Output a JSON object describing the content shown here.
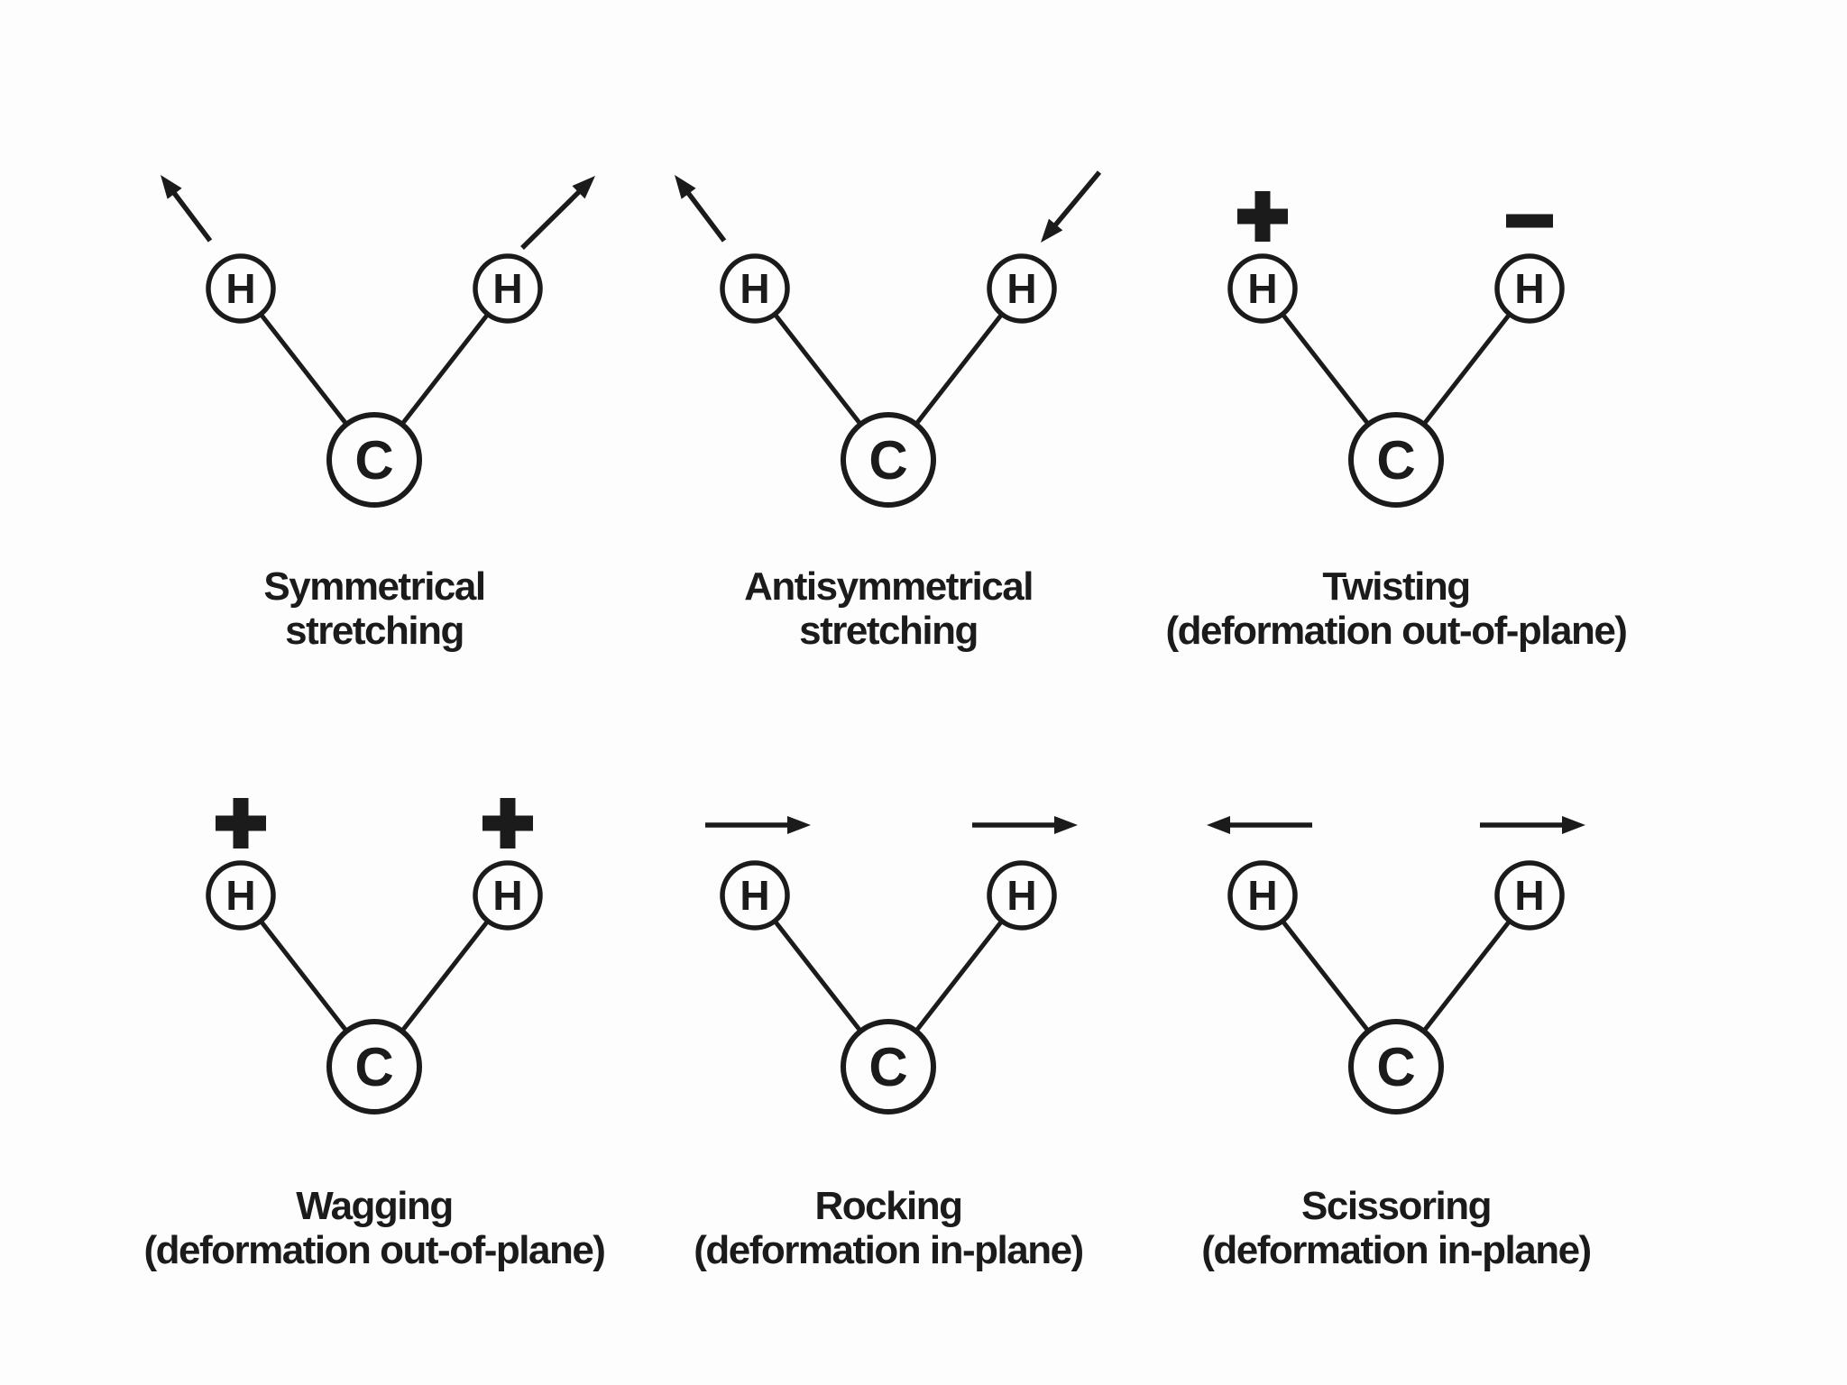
{
  "page": {
    "background": "#fdfdfd",
    "ink": "#1b1b1b"
  },
  "panels": [
    {
      "id": "symmetrical-stretching",
      "atom_center": "C",
      "atom_left": "H",
      "atom_right": "H",
      "left_annotation": "arrow-diagonal-outward",
      "right_annotation": "arrow-diagonal-outward",
      "caption_line1": "Symmetrical",
      "caption_line2": "stretching"
    },
    {
      "id": "antisymmetrical-stretching",
      "atom_center": "C",
      "atom_left": "H",
      "atom_right": "H",
      "left_annotation": "arrow-diagonal-outward",
      "right_annotation": "arrow-diagonal-inward",
      "caption_line1": "Antisymmetrical",
      "caption_line2": "stretching"
    },
    {
      "id": "twisting",
      "atom_center": "C",
      "atom_left": "H",
      "atom_right": "H",
      "left_annotation": "plus",
      "right_annotation": "minus",
      "caption_line1": "Twisting",
      "caption_line2": "(deformation out-of-plane)"
    },
    {
      "id": "wagging",
      "atom_center": "C",
      "atom_left": "H",
      "atom_right": "H",
      "left_annotation": "plus",
      "right_annotation": "plus",
      "caption_line1": "Wagging",
      "caption_line2": "(deformation out-of-plane)"
    },
    {
      "id": "rocking",
      "atom_center": "C",
      "atom_left": "H",
      "atom_right": "H",
      "left_annotation": "arrow-right",
      "right_annotation": "arrow-right",
      "caption_line1": "Rocking",
      "caption_line2": "(deformation in-plane)"
    },
    {
      "id": "scissoring",
      "atom_center": "C",
      "atom_left": "H",
      "atom_right": "H",
      "left_annotation": "arrow-left",
      "right_annotation": "arrow-right",
      "caption_line1": "Scissoring",
      "caption_line2": "(deformation in-plane)"
    }
  ]
}
